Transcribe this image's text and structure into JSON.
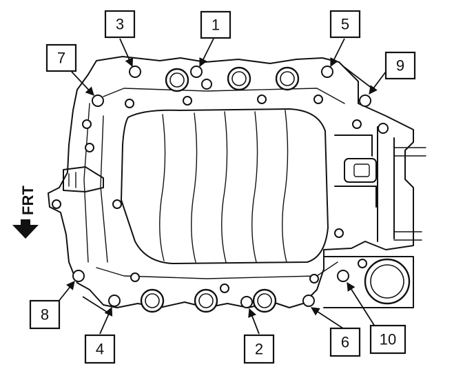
{
  "diagram": {
    "direction_label": "FRT",
    "callouts": [
      {
        "id": "callout-1",
        "label": "1"
      },
      {
        "id": "callout-2",
        "label": "2"
      },
      {
        "id": "callout-3",
        "label": "3"
      },
      {
        "id": "callout-4",
        "label": "4"
      },
      {
        "id": "callout-5",
        "label": "5"
      },
      {
        "id": "callout-6",
        "label": "6"
      },
      {
        "id": "callout-7",
        "label": "7"
      },
      {
        "id": "callout-8",
        "label": "8"
      },
      {
        "id": "callout-9",
        "label": "9"
      },
      {
        "id": "callout-10",
        "label": "10"
      }
    ]
  }
}
